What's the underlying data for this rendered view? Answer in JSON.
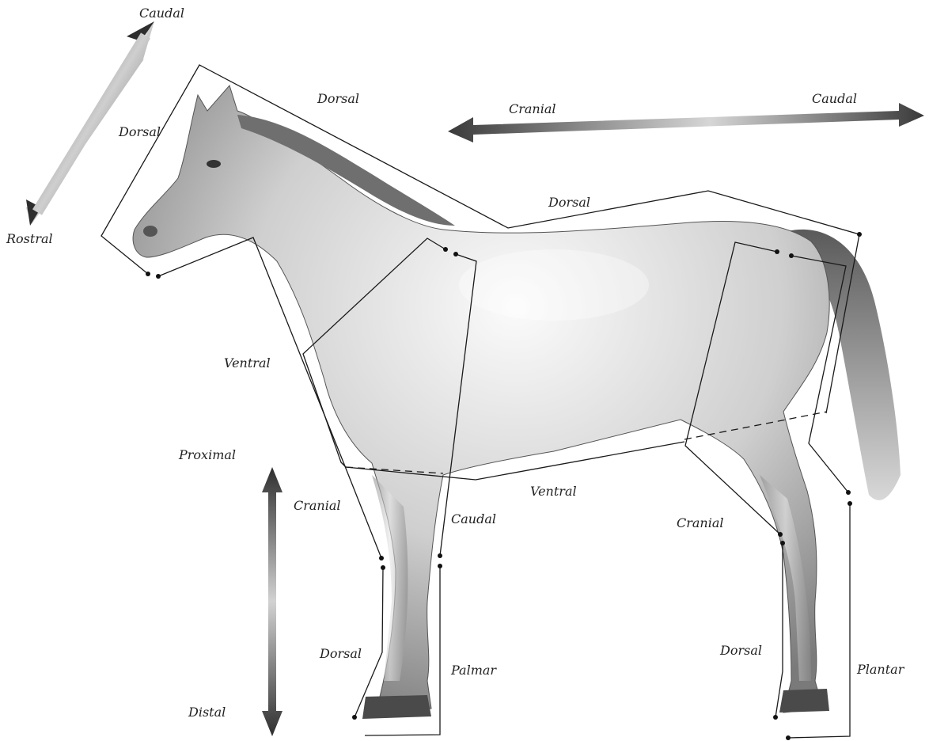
{
  "labels": {
    "caudal_top": "Caudal",
    "rostral": "Rostral",
    "dorsal_head": "Dorsal",
    "dorsal_neck": "Dorsal",
    "cranial_arrow": "Cranial",
    "caudal_arrow": "Caudal",
    "dorsal_back": "Dorsal",
    "ventral_neck": "Ventral",
    "proximal": "Proximal",
    "distal": "Distal",
    "cranial_fore": "Cranial",
    "caudal_fore": "Caudal",
    "ventral_belly": "Ventral",
    "cranial_hind": "Cranial",
    "dorsal_fore": "Dorsal",
    "palmar": "Palmar",
    "dorsal_hind": "Dorsal",
    "plantar": "Plantar"
  },
  "colors": {
    "arrow_dark": "#333333",
    "arrow_light": "#c8c8c8",
    "horse_light": "#f2f2f2",
    "horse_mid": "#b8b8b8",
    "horse_dark": "#6a6a6a",
    "line": "#1a1a1a"
  }
}
